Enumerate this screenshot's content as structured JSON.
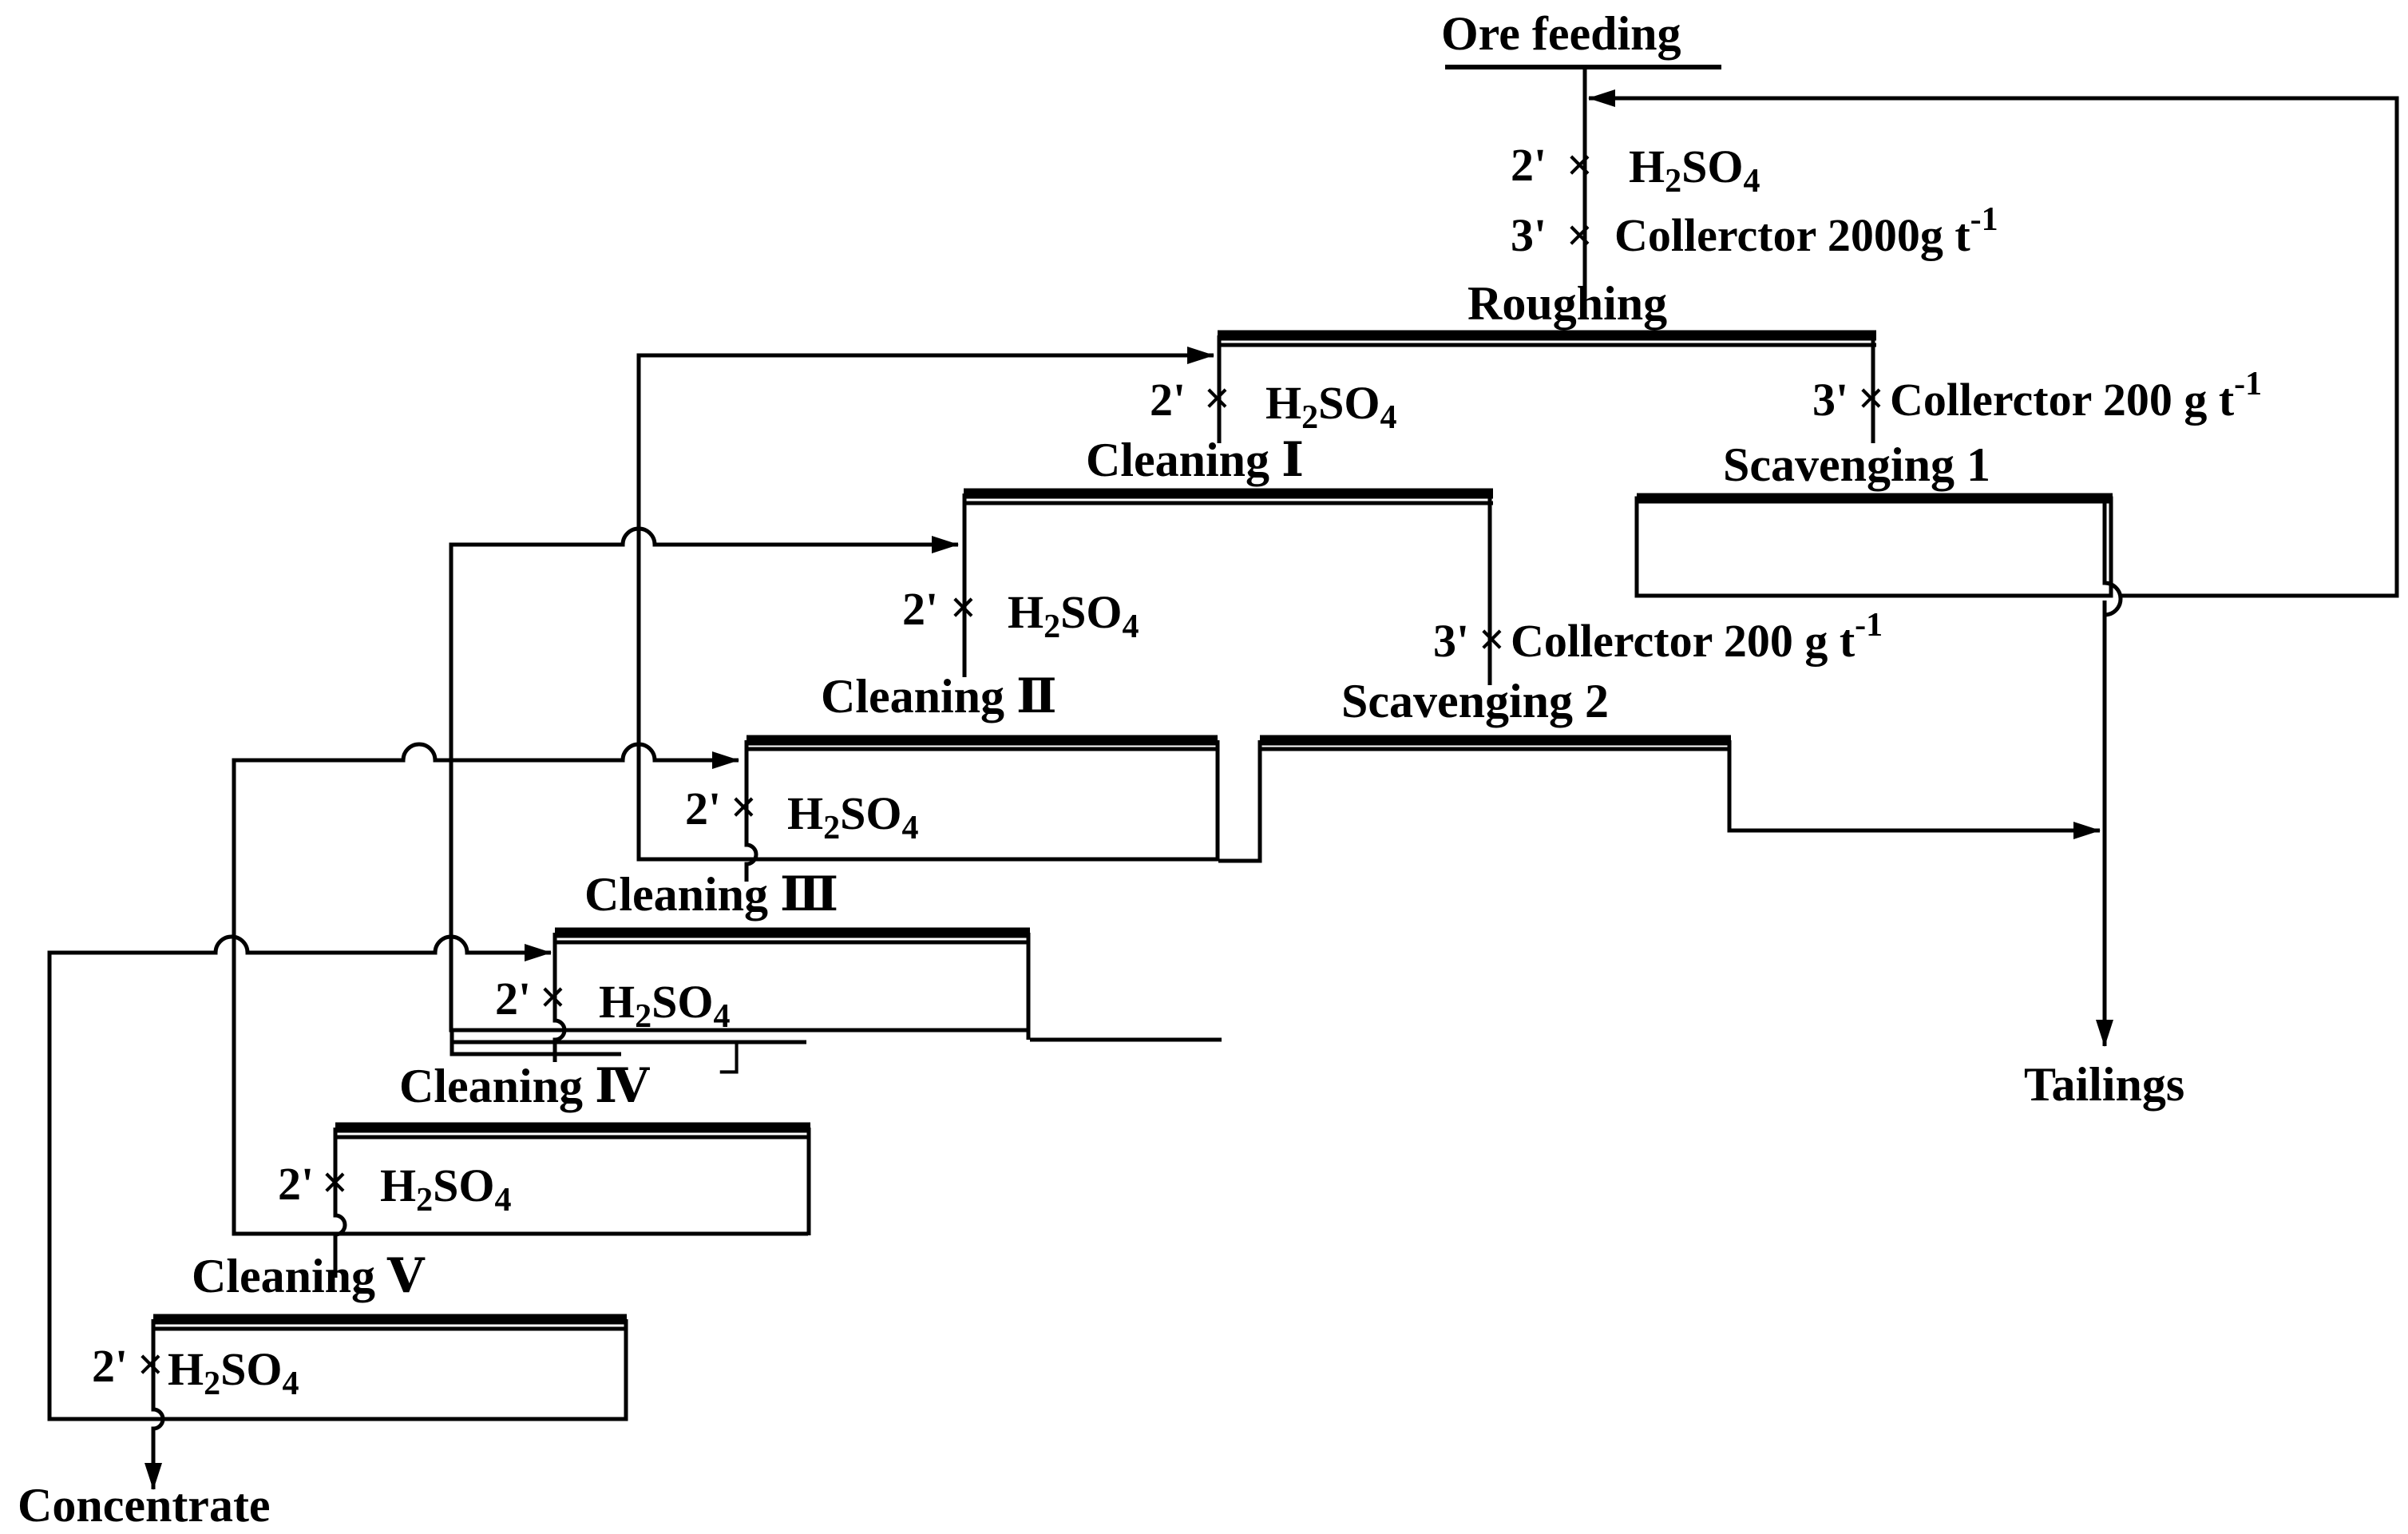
{
  "title": "Ore feeding",
  "reagent": {
    "prefix_2": "2'",
    "prefix_3": "3'",
    "cross": "×",
    "h2so4": {
      "h": "H",
      "two": "2",
      "so": "SO",
      "four": "4"
    },
    "collector_word": "Collerctor",
    "collector_dose_rough": "2000g",
    "collector_dose_scav": "200",
    "unit_g": "g",
    "unit_t": "t",
    "unit_exp": "-1"
  },
  "stages": {
    "roughing": "Roughing",
    "cleaning_1": "Cleaning Ⅰ",
    "cleaning_2": "Cleaning Ⅱ",
    "cleaning_3": "Cleaning  Ⅲ",
    "cleaning_4": "Cleaning  Ⅳ",
    "cleaning_4_extra": "┘",
    "cleaning_5": "Cleaning Ⅴ",
    "scavenging_1": "Scavenging  1",
    "scavenging_2": "Scavenging  2"
  },
  "products": {
    "tailings": "Tailings",
    "concentrate": "Concentrate"
  }
}
